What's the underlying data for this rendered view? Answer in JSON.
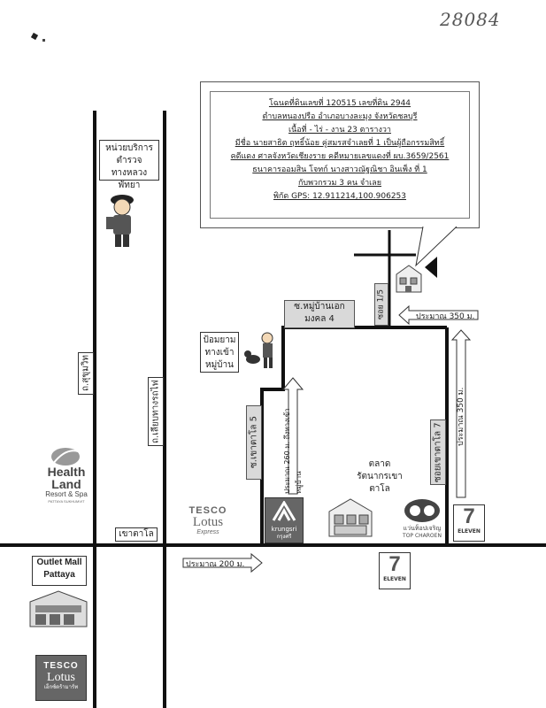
{
  "doc_number": "28084",
  "info_box": {
    "line1": "โฉนดที่ดินเลขที่ 120515 เลขที่ดิน 2944",
    "line2": "ตำบลหนองปรือ อำเภอบางละมุง จังหวัดชลบุรี",
    "line3": "เนื้อที่ - ไร่ - งาน 23 ตารางวา",
    "line4": "มีชื่อ นายสาธิต ฤทธิ์น้อย คู่สมรสจำเลยที่ 1 เป็นผู้ถือกรรมสิทธิ์",
    "line5": "คดีแดง ศาลจังหวัดเชียงราย คดีหมายเลขแดงที่ ผบ.3659/2561",
    "line6": "ธนาคารออมสิน โจทก์ นางสาวณัฐณิชา อินเพ็ง ที่ 1",
    "line7": "กับพวกรวม 3 คน จำเลย",
    "line8": "พิกัด GPS:  12.911214,100.906253"
  },
  "labels": {
    "police_box": "หน่วยบริการตำรวจทางหลวงพัทยา",
    "guard_post": "ป้อมยามทางเข้าหมู่บ้าน",
    "road_sukhumvit": "ถ.สุขุมวิท",
    "road_railway": "ถ.เลียบทางรถไฟ",
    "soi_village": "ซ.หมู่บ้านเอกมงคล 4",
    "soi_1_5": "ซอย 1/5",
    "soi_khaotalo5": "ซ.เขาตาโล 5",
    "soi_khaotalo7": "ซอยเขาตาโล 7",
    "khao_talo": "เขาตาโล",
    "market": "ตลาดรัตนากรเขาตาโล",
    "outlet_mall": "Outlet Mall Pattaya",
    "dist_350_h": "ประมาณ 350 ม.",
    "dist_350_v": "ประมาณ 350 ม.",
    "dist_260": "ประมาณ 260 ม. ถึงทางเข้าหมู่บ้าน",
    "dist_200": "ประมาณ 200 ม."
  },
  "logos": {
    "health_land_1": "Health",
    "health_land_2": "Land",
    "health_land_3": "Resort & Spa",
    "health_land_4": "PATTAYA SUKHUMVIT",
    "tesco1_a": "TESCO",
    "tesco1_b": "Lotus",
    "tesco1_c": "Express",
    "tesco2_a": "TESCO",
    "tesco2_b": "Lotus",
    "tesco2_c": "เอ็กซ์ตร้ามาร์ท",
    "krungsri": "krungsri",
    "krungsri_th": "กรุงศรี",
    "topcharoen_th": "แว่นท็อปเจริญ",
    "topcharoen_en": "TOP CHAROEN",
    "eleven1": "ELEVEN",
    "eleven2": "ELEVEN"
  },
  "colors": {
    "road": "#111111",
    "box_fill": "#d9d9d9"
  }
}
